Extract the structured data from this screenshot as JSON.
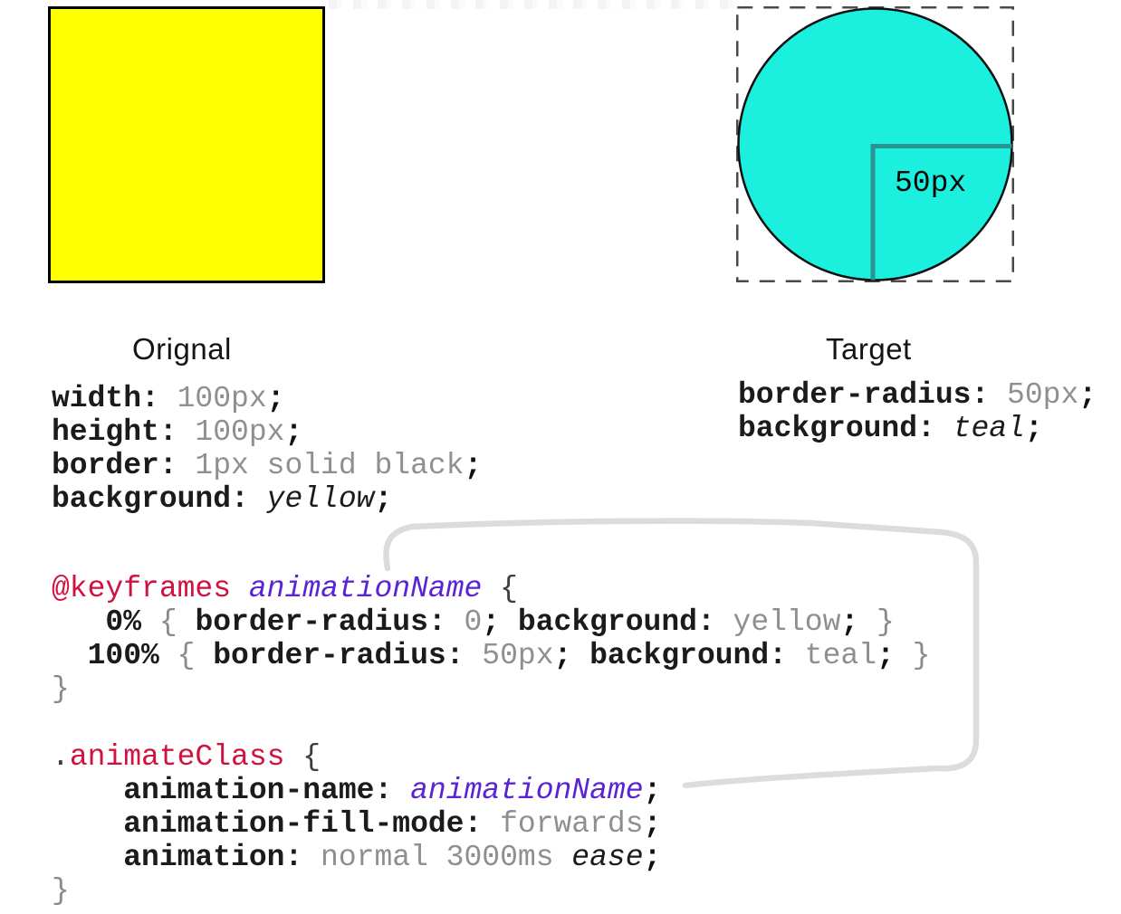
{
  "figures": {
    "original": {
      "label": "Orignal",
      "fill": "#FFFF00",
      "stroke": "#000000"
    },
    "target": {
      "label": "Target",
      "fill": "#1BF0DE",
      "stroke": "#101010",
      "box_stroke": "#4a4a4a",
      "marker_color": "#2A9490",
      "radius_label": "50px"
    }
  },
  "colors": {
    "keyword_red": "#D2123E",
    "name_purple": "#5B23D6",
    "value_gray": "#8F8F8F",
    "connector_gray": "#DCDCDC"
  },
  "code": {
    "original_css": [
      [
        {
          "t": "width:",
          "c": "prop"
        },
        {
          "t": " 100px",
          "c": "val"
        },
        {
          "t": ";",
          "c": "punc"
        }
      ],
      [
        {
          "t": "height:",
          "c": "prop"
        },
        {
          "t": " 100px",
          "c": "val"
        },
        {
          "t": ";",
          "c": "punc"
        }
      ],
      [
        {
          "t": "border:",
          "c": "prop"
        },
        {
          "t": " 1px solid black",
          "c": "val"
        },
        {
          "t": ";",
          "c": "punc"
        }
      ],
      [
        {
          "t": "background:",
          "c": "prop"
        },
        {
          "t": " yellow",
          "c": "ival"
        },
        {
          "t": ";",
          "c": "punc"
        }
      ]
    ],
    "target_css": [
      [
        {
          "t": "border-radius:",
          "c": "prop"
        },
        {
          "t": " 50px",
          "c": "val"
        },
        {
          "t": ";",
          "c": "punc"
        }
      ],
      [
        {
          "t": "background:",
          "c": "prop"
        },
        {
          "t": " teal",
          "c": "ival"
        },
        {
          "t": ";",
          "c": "punc"
        }
      ]
    ],
    "keyframes": [
      [
        {
          "t": "@keyframes",
          "c": "kw"
        },
        {
          "t": " animationName",
          "c": "name"
        },
        {
          "t": " {",
          "c": "brd"
        }
      ],
      [
        {
          "t": "   0% ",
          "c": "prop"
        },
        {
          "t": "{ ",
          "c": "br"
        },
        {
          "t": "border-radius:",
          "c": "prop"
        },
        {
          "t": " 0",
          "c": "val"
        },
        {
          "t": ";",
          "c": "punc"
        },
        {
          "t": " background:",
          "c": "prop"
        },
        {
          "t": " yellow",
          "c": "val"
        },
        {
          "t": ";",
          "c": "punc"
        },
        {
          "t": " }",
          "c": "br"
        }
      ],
      [
        {
          "t": "  100% ",
          "c": "prop"
        },
        {
          "t": "{ ",
          "c": "br"
        },
        {
          "t": "border-radius:",
          "c": "prop"
        },
        {
          "t": " 50px",
          "c": "val"
        },
        {
          "t": ";",
          "c": "punc"
        },
        {
          "t": " background:",
          "c": "prop"
        },
        {
          "t": " teal",
          "c": "val"
        },
        {
          "t": ";",
          "c": "punc"
        },
        {
          "t": " }",
          "c": "br"
        }
      ],
      [
        {
          "t": "}",
          "c": "br"
        }
      ]
    ],
    "animate_class": [
      [
        {
          "t": ".",
          "c": "brd"
        },
        {
          "t": "animateClass",
          "c": "kw"
        },
        {
          "t": " {",
          "c": "brd"
        }
      ],
      [
        {
          "t": "    animation-name:",
          "c": "prop"
        },
        {
          "t": " animationName",
          "c": "name"
        },
        {
          "t": ";",
          "c": "punc"
        }
      ],
      [
        {
          "t": "    animation-fill-mode:",
          "c": "prop"
        },
        {
          "t": " forwards",
          "c": "val"
        },
        {
          "t": ";",
          "c": "punc"
        }
      ],
      [
        {
          "t": "    animation:",
          "c": "prop"
        },
        {
          "t": " normal 3000ms",
          "c": "val"
        },
        {
          "t": " ease",
          "c": "ival"
        },
        {
          "t": ";",
          "c": "punc"
        }
      ],
      [
        {
          "t": "}",
          "c": "br"
        }
      ]
    ]
  }
}
